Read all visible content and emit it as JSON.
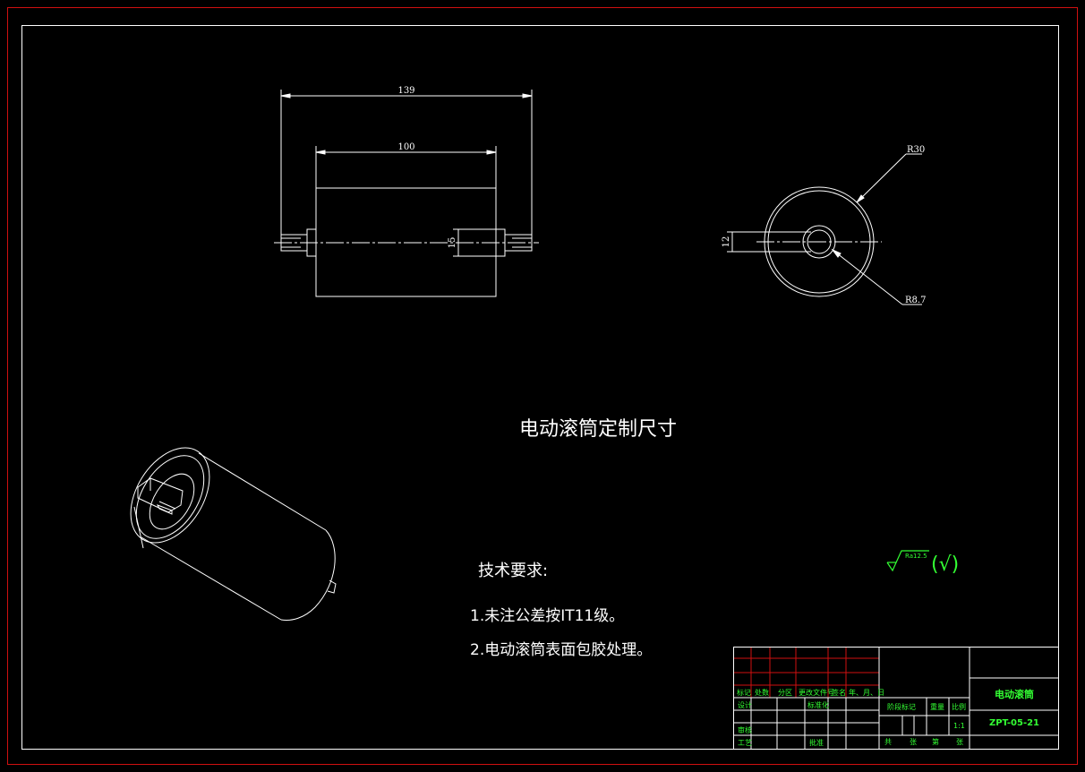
{
  "drawing": {
    "title": "电动滚筒定制尺寸",
    "dimensions": {
      "total_length": "139",
      "drum_length": "100",
      "shaft_height": "15",
      "end_key": "12",
      "outer_radius": "R30",
      "inner_radius": "R8.7"
    },
    "roughness": {
      "symbol_text": "Ra12.5",
      "check": "(√)"
    },
    "tech": {
      "heading": "技术要求:",
      "items": [
        "1.未注公差按IT11级。",
        "2.电动滚筒表面包胶处理。"
      ]
    }
  },
  "title_block": {
    "part_name": "电动滚筒",
    "drawing_no": "ZPT-05-21",
    "scale": "1:1",
    "row_headers": [
      "标记",
      "处数",
      "分区",
      "更改文件号",
      "签名",
      "年、月、日"
    ],
    "design": "设计",
    "standardize": "标准化",
    "review": "审核",
    "process": "工艺",
    "approve": "批准",
    "stage_mark": "阶段标记",
    "weight": "重量",
    "ratio": "比例",
    "sheet_total": "共",
    "sheet_unit_a": "张",
    "sheet_no": "第",
    "sheet_unit_b": "张"
  },
  "colors": {
    "background": "#000000",
    "border_red": "#d01010",
    "line_white": "#ffffff",
    "text_green": "#33ff33"
  }
}
